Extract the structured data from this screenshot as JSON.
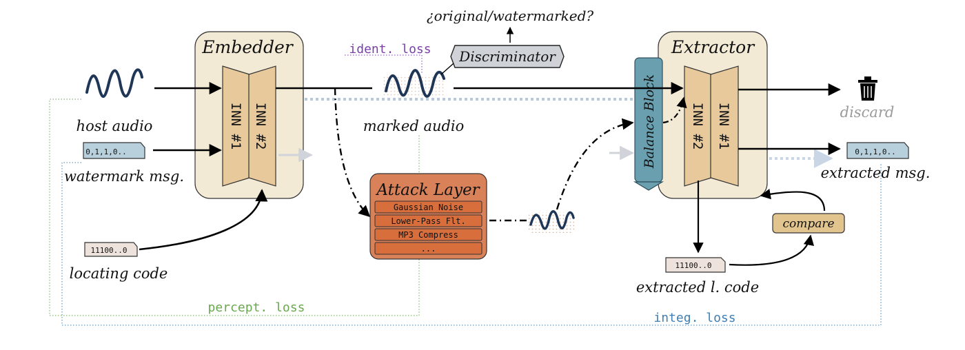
{
  "embedder": {
    "title": "Embedder",
    "inn1": "INN #1",
    "inn2": "INN #2"
  },
  "extractor": {
    "title": "Extractor",
    "inn2": "INN #2",
    "inn1": "INN #1"
  },
  "balance_block": "Balance Block",
  "discriminator": {
    "label": "Discriminator",
    "question": "¿original/watermarked?"
  },
  "attack_layer": {
    "title": "Attack Layer",
    "items": [
      "Gaussian Noise",
      "Lower-Pass Flt.",
      "MP3 Compress",
      "..."
    ]
  },
  "inputs": {
    "host_audio": "host audio",
    "watermark_msg": "watermark msg.",
    "watermark_msg_value": "0,1,1,0..",
    "locating_code": "locating code",
    "locating_code_value": "11100..0"
  },
  "outputs": {
    "marked_audio": "marked audio",
    "discard": "discard",
    "extracted_msg": "extracted msg.",
    "extracted_msg_value": "0,1,1,0..",
    "extracted_code": "extracted l. code",
    "extracted_code_value": "11100..0",
    "compare": "compare"
  },
  "losses": {
    "ident": "ident. loss",
    "percept": "percept. loss",
    "integ": "integ. loss"
  },
  "colors": {
    "module_fill": "#f3ead6",
    "inn_fill": "#e7c99c",
    "balance_fill": "#6a9fb0",
    "discriminator_fill": "#cfd3d8",
    "attack_fill": "#d9825a",
    "attack_item_fill": "#d96e3d",
    "msg_box_fill": "#b8d0dc",
    "code_box_fill": "#eee3dc",
    "compare_fill": "#e2c48e",
    "ident_loss": "#7a3fa8",
    "percept_loss": "#6aa84f",
    "integ_loss": "#3d7fb6",
    "discard_text": "#9a9a9a"
  }
}
